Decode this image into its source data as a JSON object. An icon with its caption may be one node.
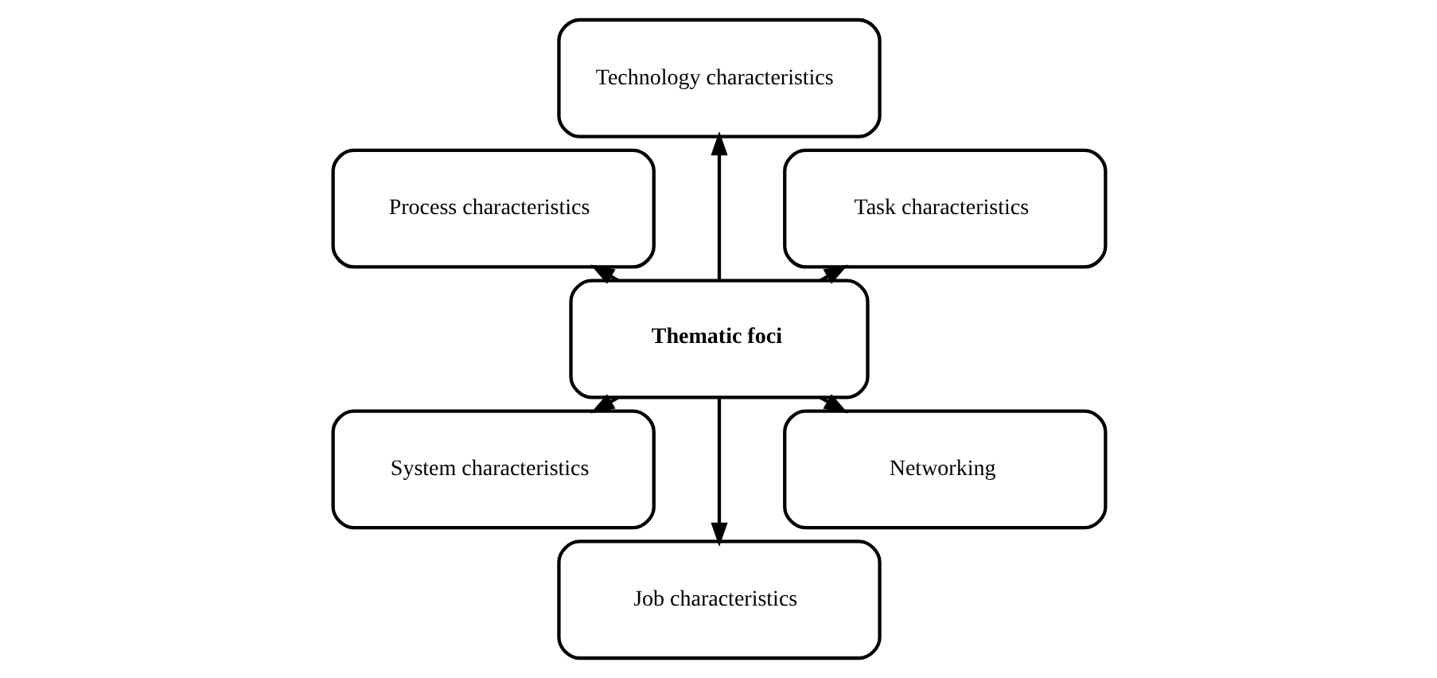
{
  "diagram": {
    "nodes": [
      {
        "text": [
          "Task characteristics"
        ]
      },
      {
        "text": [
          "Technology characteristics"
        ]
      },
      {
        "text": [
          "Process characteristics"
        ]
      },
      {
        "text": [
          "Thematic foci"
        ]
      },
      {
        "text": [
          "System characteristics"
        ]
      },
      {
        "text": [
          "Job characteristics"
        ]
      },
      {
        "text": [
          "Networking"
        ]
      }
    ],
    "edges": [
      {
        "from": 3,
        "to": 0,
        "arrow": "to"
      },
      {
        "from": 3,
        "to": 2,
        "arrow": "to"
      },
      {
        "from": 3,
        "to": 5,
        "arrow": "to"
      },
      {
        "from": 3,
        "to": 1,
        "arrow": "to"
      },
      {
        "from": 3,
        "to": 4,
        "arrow": "to"
      },
      {
        "from": 3,
        "to": 6,
        "arrow": "to"
      }
    ]
  }
}
